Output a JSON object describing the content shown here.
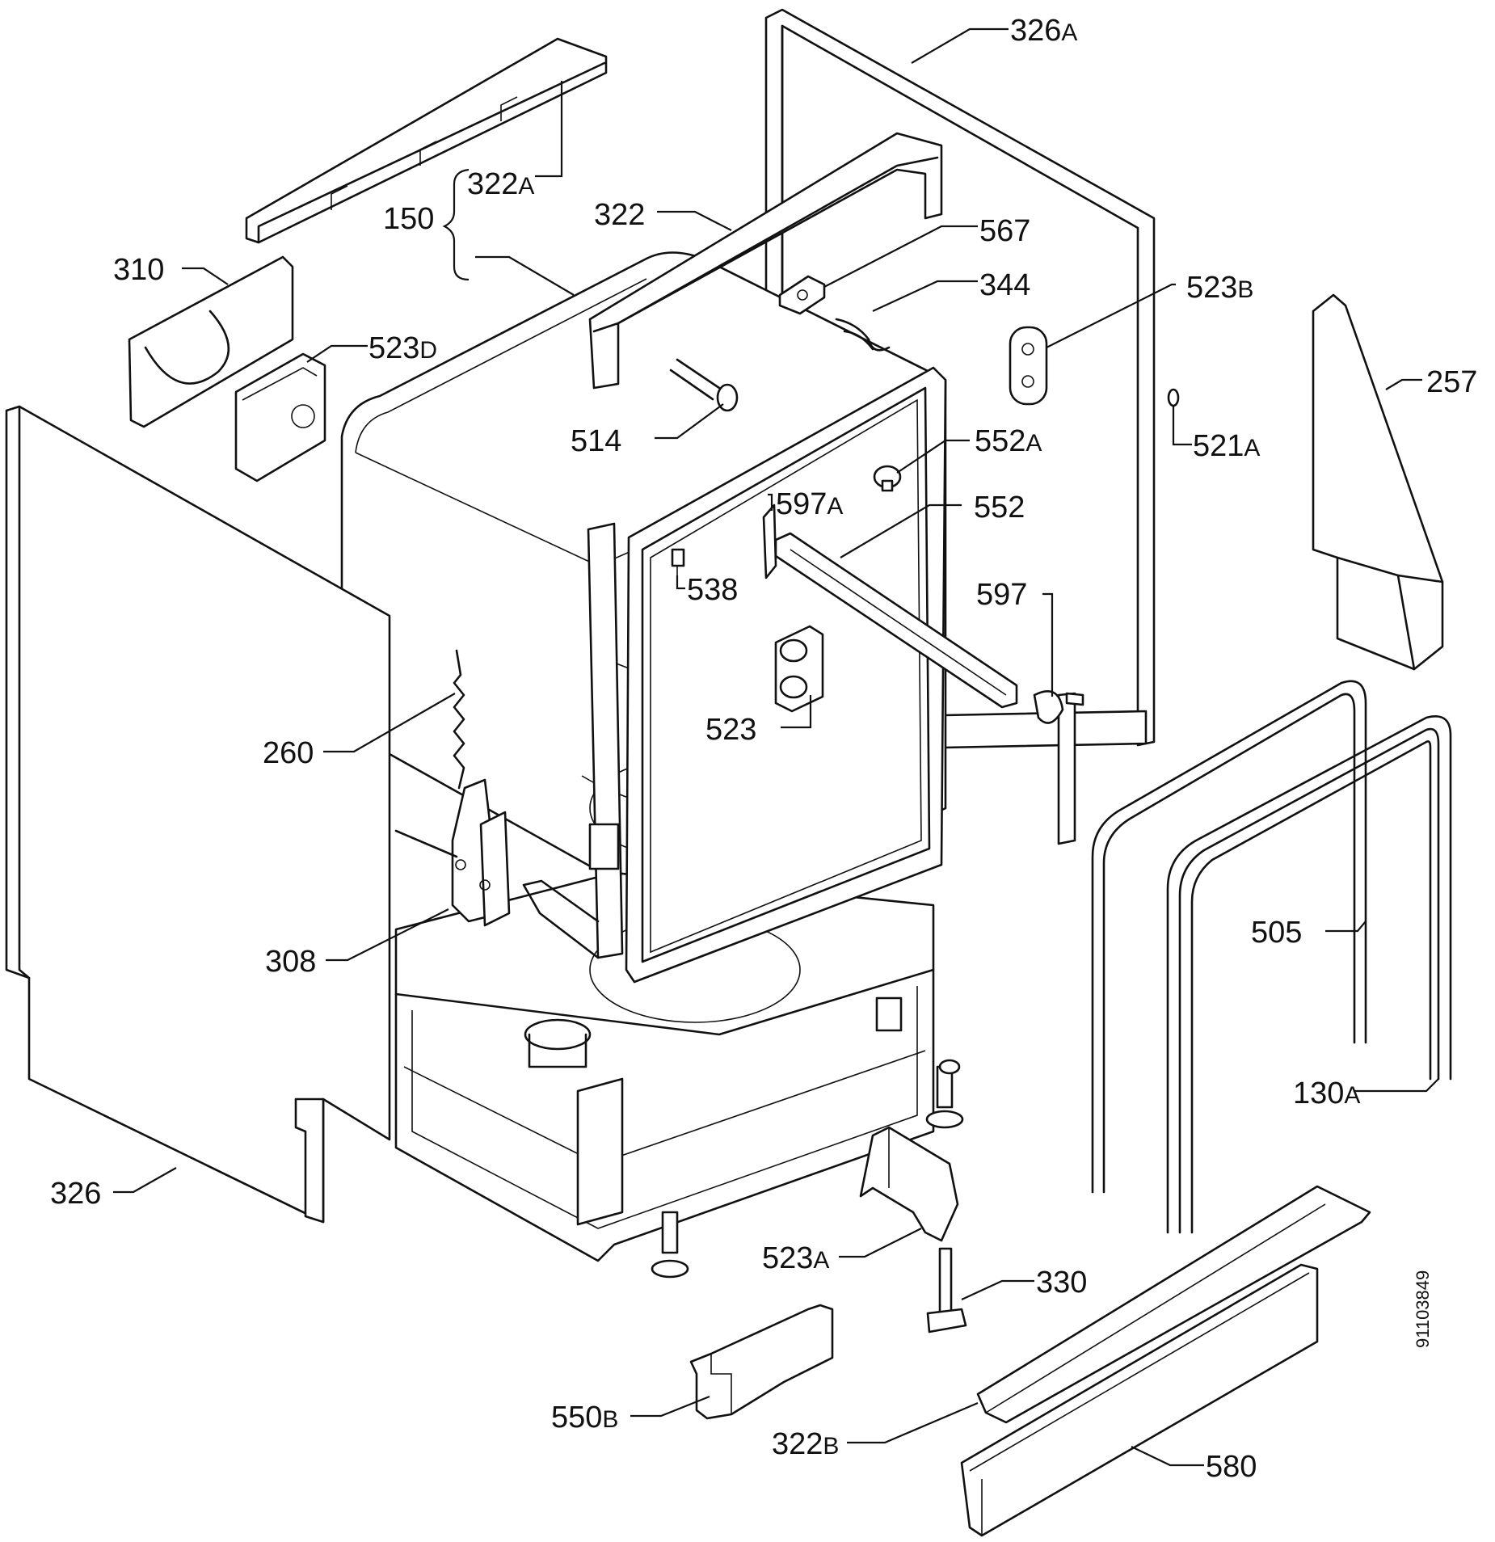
{
  "labels": {
    "l326A": {
      "num": "326",
      "suf": "A"
    },
    "l322A": {
      "num": "322",
      "suf": "A"
    },
    "l150": {
      "num": "150",
      "suf": ""
    },
    "l322": {
      "num": "322",
      "suf": ""
    },
    "l567": {
      "num": "567",
      "suf": ""
    },
    "l344": {
      "num": "344",
      "suf": ""
    },
    "l523B": {
      "num": "523",
      "suf": "B"
    },
    "l310": {
      "num": "310",
      "suf": ""
    },
    "l523D": {
      "num": "523",
      "suf": "D"
    },
    "l257": {
      "num": "257",
      "suf": ""
    },
    "l514": {
      "num": "514",
      "suf": ""
    },
    "l521A": {
      "num": "521",
      "suf": "A"
    },
    "l552A": {
      "num": "552",
      "suf": "A"
    },
    "l597A": {
      "num": "597",
      "suf": "A"
    },
    "l552": {
      "num": "552",
      "suf": ""
    },
    "l538": {
      "num": "538",
      "suf": ""
    },
    "l597": {
      "num": "597",
      "suf": ""
    },
    "l523": {
      "num": "523",
      "suf": ""
    },
    "l260": {
      "num": "260",
      "suf": ""
    },
    "l505": {
      "num": "505",
      "suf": ""
    },
    "l308": {
      "num": "308",
      "suf": ""
    },
    "l130A": {
      "num": "130",
      "suf": "A"
    },
    "l326": {
      "num": "326",
      "suf": ""
    },
    "l523A": {
      "num": "523",
      "suf": "A"
    },
    "l330": {
      "num": "330",
      "suf": ""
    },
    "l550B": {
      "num": "550",
      "suf": "B"
    },
    "l322B": {
      "num": "322",
      "suf": "B"
    },
    "l580": {
      "num": "580",
      "suf": ""
    }
  },
  "drawing_code": "91103849"
}
